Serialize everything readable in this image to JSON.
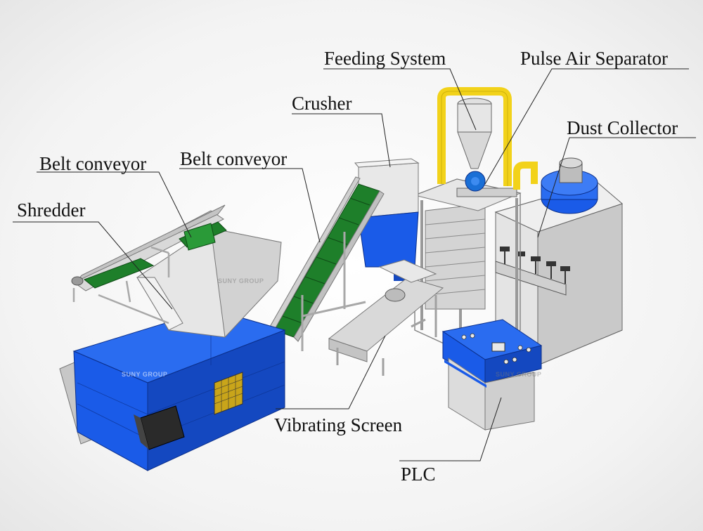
{
  "labels": {
    "feeding_system": "Feeding System",
    "pulse_air_separator": "Pulse Air Separator",
    "crusher": "Crusher",
    "dust_collector": "Dust Collector",
    "belt_conveyor_1": "Belt conveyor",
    "belt_conveyor_2": "Belt conveyor",
    "shredder": "Shredder",
    "vibrating_screen": "Vibrating Screen",
    "plc": "PLC"
  },
  "watermark": "SUNY GROUP",
  "colors": {
    "machine_blue": "#1a5be8",
    "belt_green": "#1e7f2a",
    "pipe_yellow": "#f2d21a",
    "steel_gray": "#c9c9c9",
    "frame_gray": "#a8a8a8"
  }
}
